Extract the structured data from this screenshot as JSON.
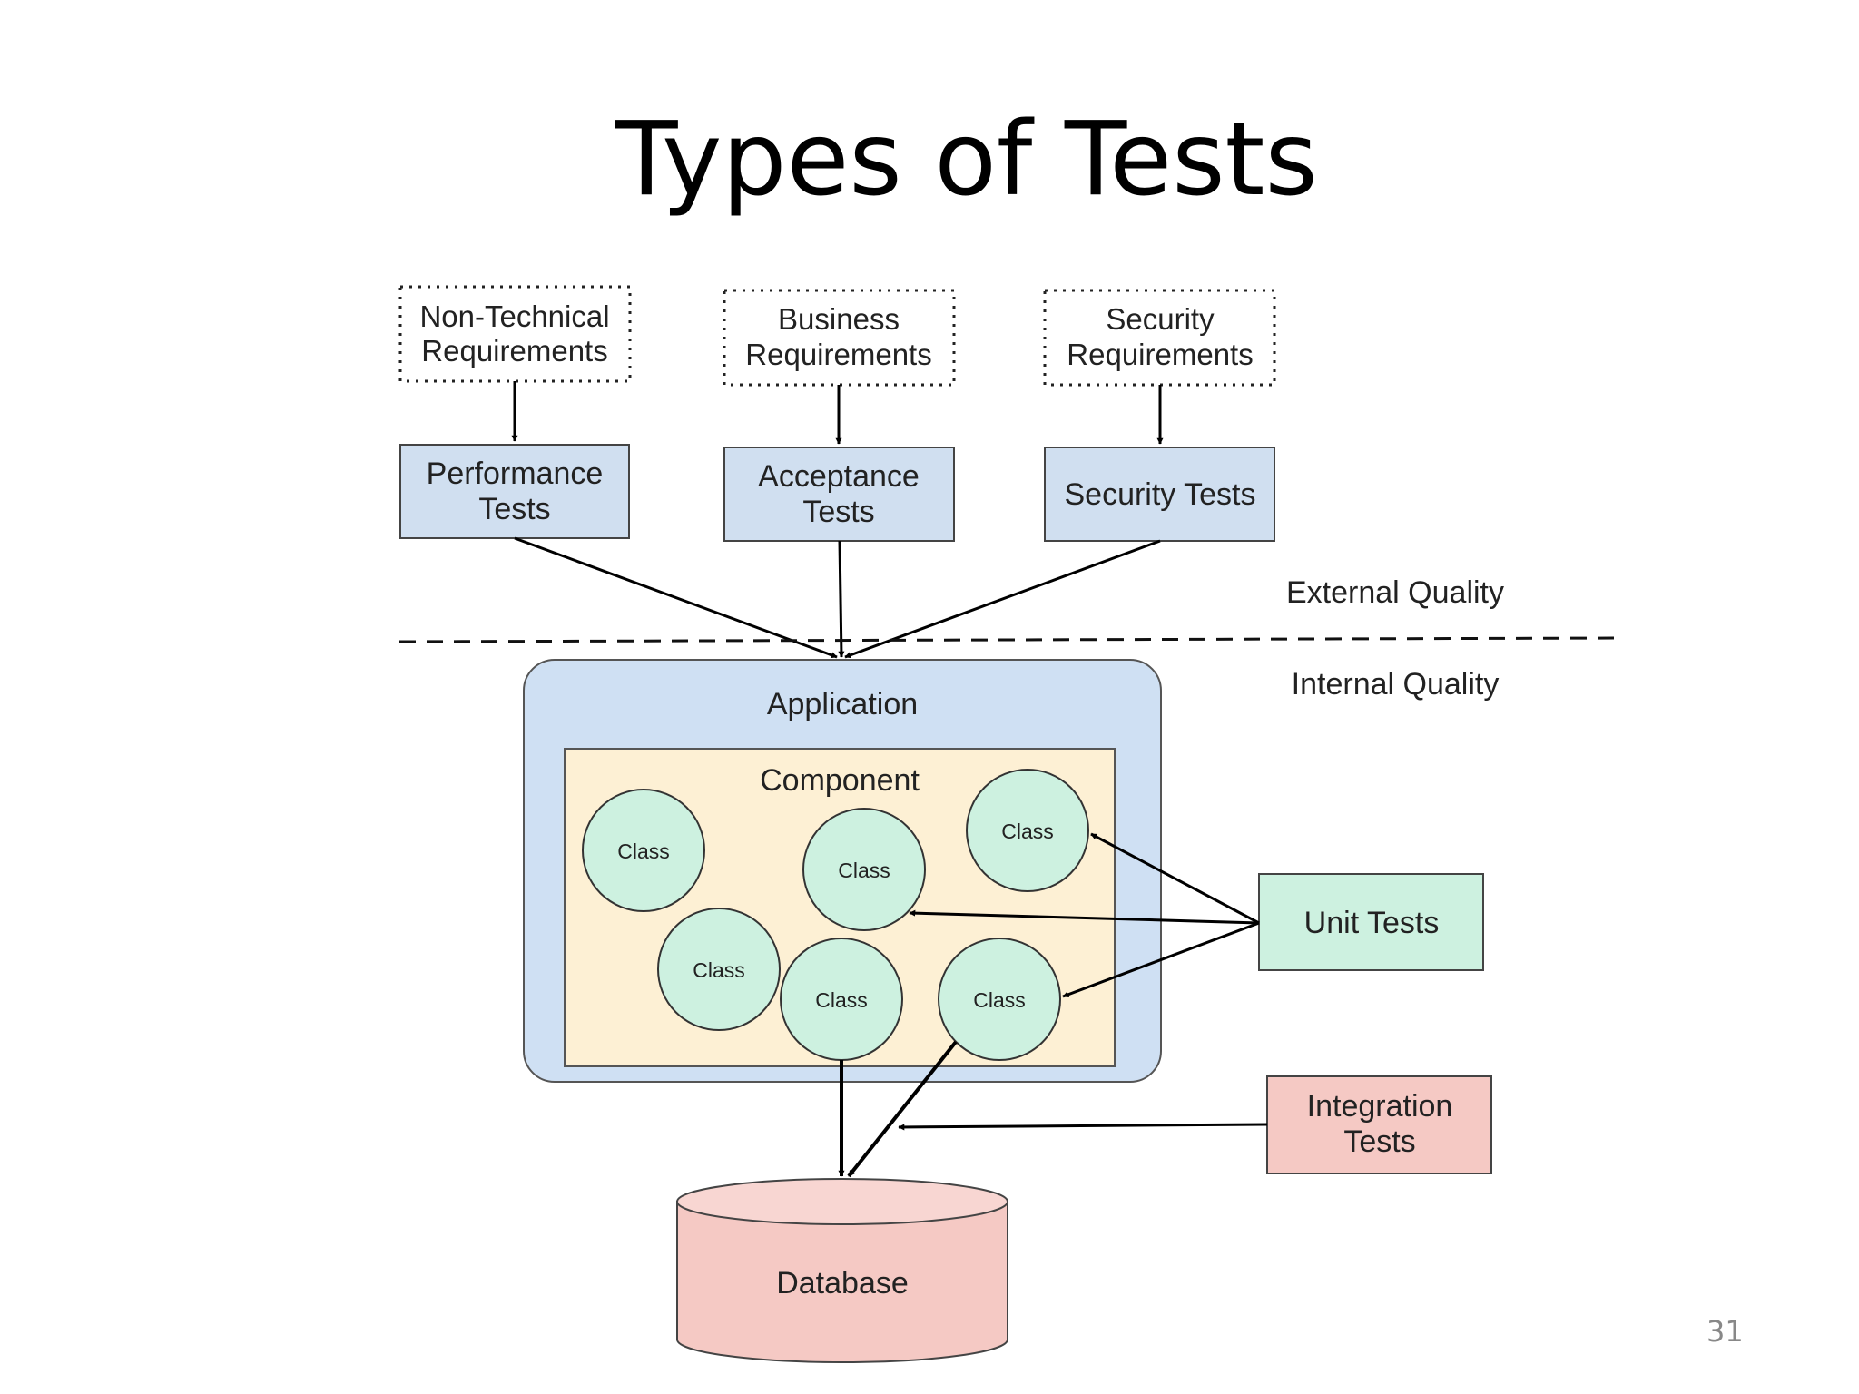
{
  "title": "Types of Tests",
  "page_number": "31",
  "requirements": [
    {
      "line1": "Non-Technical",
      "line2": "Requirements"
    },
    {
      "line1": "Business",
      "line2": "Requirements"
    },
    {
      "line1": "Security",
      "line2": "Requirements"
    }
  ],
  "tests": [
    {
      "line1": "Performance",
      "line2": "Tests"
    },
    {
      "line1": "Acceptance",
      "line2": "Tests"
    },
    {
      "line1": "Security Tests",
      "line2": ""
    }
  ],
  "zones": {
    "external": "External Quality",
    "internal": "Internal Quality"
  },
  "application": "Application",
  "component": "Component",
  "classes": [
    "Class",
    "Class",
    "Class",
    "Class",
    "Class",
    "Class"
  ],
  "unit_tests": "Unit Tests",
  "integration_tests": {
    "line1": "Integration",
    "line2": "Tests"
  },
  "database": "Database",
  "colors": {
    "test_box": "#d0dff0",
    "application": "#cfe0f3",
    "component": "#fdf0d4",
    "class_node": "#cdf1e0",
    "unit_tests": "#cdf1e0",
    "integration": "#f5c9c4",
    "database": "#f5c9c4"
  }
}
